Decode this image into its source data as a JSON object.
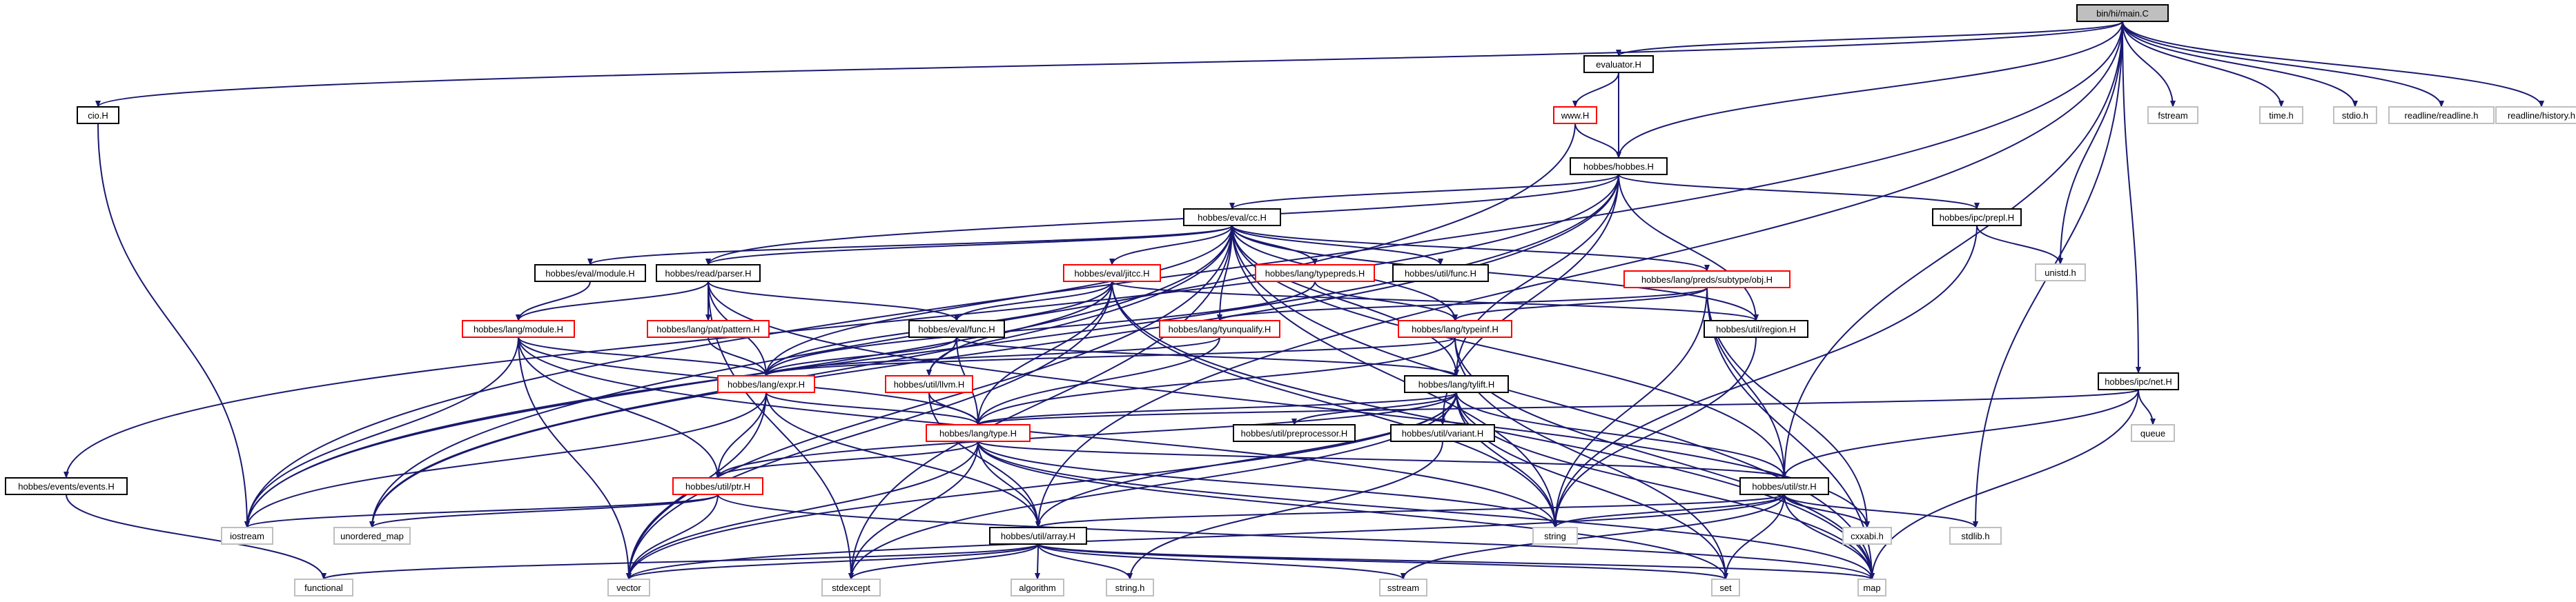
{
  "graph": {
    "nodes": [
      {
        "id": "main",
        "label": "bin/hi/main.C",
        "kind": "root"
      },
      {
        "id": "evaluator",
        "label": "evaluator.H",
        "kind": "ok"
      },
      {
        "id": "cio",
        "label": "cio.H",
        "kind": "ok"
      },
      {
        "id": "fstream",
        "label": "fstream",
        "kind": "sys"
      },
      {
        "id": "timeh",
        "label": "time.h",
        "kind": "sys"
      },
      {
        "id": "stdioh",
        "label": "stdio.h",
        "kind": "sys"
      },
      {
        "id": "readline",
        "label": "readline/readline.h",
        "kind": "sys"
      },
      {
        "id": "history",
        "label": "readline/history.h",
        "kind": "sys"
      },
      {
        "id": "www",
        "label": "www.H",
        "kind": "trunc"
      },
      {
        "id": "hobbes",
        "label": "hobbes/hobbes.H",
        "kind": "ok"
      },
      {
        "id": "cc",
        "label": "hobbes/eval/cc.H",
        "kind": "ok"
      },
      {
        "id": "prepl",
        "label": "hobbes/ipc/prepl.H",
        "kind": "ok"
      },
      {
        "id": "unistd",
        "label": "unistd.h",
        "kind": "sys"
      },
      {
        "id": "evalmodule",
        "label": "hobbes/eval/module.H",
        "kind": "ok"
      },
      {
        "id": "parser",
        "label": "hobbes/read/parser.H",
        "kind": "ok"
      },
      {
        "id": "jitcc",
        "label": "hobbes/eval/jitcc.H",
        "kind": "trunc"
      },
      {
        "id": "typepreds",
        "label": "hobbes/lang/typepreds.H",
        "kind": "trunc"
      },
      {
        "id": "func",
        "label": "hobbes/util/func.H",
        "kind": "ok"
      },
      {
        "id": "preds",
        "label": "hobbes/lang/preds/subtype/obj.H",
        "kind": "trunc"
      },
      {
        "id": "langmodule",
        "label": "hobbes/lang/module.H",
        "kind": "trunc"
      },
      {
        "id": "pattern",
        "label": "hobbes/lang/pat/pattern.H",
        "kind": "trunc"
      },
      {
        "id": "evalfunc",
        "label": "hobbes/eval/func.H",
        "kind": "ok"
      },
      {
        "id": "tyunq",
        "label": "hobbes/lang/tyunqualify.H",
        "kind": "trunc"
      },
      {
        "id": "typeinf",
        "label": "hobbes/lang/typeinf.H",
        "kind": "trunc"
      },
      {
        "id": "region",
        "label": "hobbes/util/region.H",
        "kind": "ok"
      },
      {
        "id": "expr",
        "label": "hobbes/lang/expr.H",
        "kind": "trunc"
      },
      {
        "id": "llvm",
        "label": "hobbes/util/llvm.H",
        "kind": "trunc"
      },
      {
        "id": "tylift",
        "label": "hobbes/lang/tylift.H",
        "kind": "ok"
      },
      {
        "id": "net",
        "label": "hobbes/ipc/net.H",
        "kind": "ok"
      },
      {
        "id": "queue",
        "label": "queue",
        "kind": "sys"
      },
      {
        "id": "langtype",
        "label": "hobbes/lang/type.H",
        "kind": "trunc"
      },
      {
        "id": "preproc",
        "label": "hobbes/util/preprocessor.H",
        "kind": "ok"
      },
      {
        "id": "variant",
        "label": "hobbes/util/variant.H",
        "kind": "ok"
      },
      {
        "id": "events",
        "label": "hobbes/events/events.H",
        "kind": "ok"
      },
      {
        "id": "ptr",
        "label": "hobbes/util/ptr.H",
        "kind": "trunc"
      },
      {
        "id": "str",
        "label": "hobbes/util/str.H",
        "kind": "ok"
      },
      {
        "id": "stdlib",
        "label": "stdlib.h",
        "kind": "sys"
      },
      {
        "id": "iostream",
        "label": "iostream",
        "kind": "sys"
      },
      {
        "id": "umap",
        "label": "unordered_map",
        "kind": "sys"
      },
      {
        "id": "array",
        "label": "hobbes/util/array.H",
        "kind": "ok"
      },
      {
        "id": "string",
        "label": "string",
        "kind": "sys"
      },
      {
        "id": "cxxabi",
        "label": "cxxabi.h",
        "kind": "sys"
      },
      {
        "id": "functional",
        "label": "functional",
        "kind": "sys"
      },
      {
        "id": "vector",
        "label": "vector",
        "kind": "sys"
      },
      {
        "id": "stdexcept",
        "label": "stdexcept",
        "kind": "sys"
      },
      {
        "id": "algorithm",
        "label": "algorithm",
        "kind": "sys"
      },
      {
        "id": "stringh",
        "label": "string.h",
        "kind": "sys"
      },
      {
        "id": "sstream",
        "label": "sstream",
        "kind": "sys"
      },
      {
        "id": "set",
        "label": "set",
        "kind": "sys"
      },
      {
        "id": "map",
        "label": "map",
        "kind": "sys"
      }
    ],
    "edges": [
      [
        "main",
        "evaluator"
      ],
      [
        "main",
        "cio"
      ],
      [
        "main",
        "fstream"
      ],
      [
        "main",
        "timeh"
      ],
      [
        "main",
        "stdioh"
      ],
      [
        "main",
        "readline"
      ],
      [
        "main",
        "history"
      ],
      [
        "main",
        "hobbes"
      ],
      [
        "main",
        "unistd"
      ],
      [
        "main",
        "net"
      ],
      [
        "main",
        "str"
      ],
      [
        "main",
        "stdlib"
      ],
      [
        "main",
        "iostream"
      ],
      [
        "main",
        "array"
      ],
      [
        "evaluator",
        "www"
      ],
      [
        "evaluator",
        "hobbes"
      ],
      [
        "www",
        "hobbes"
      ],
      [
        "www",
        "umap"
      ],
      [
        "cio",
        "iostream"
      ],
      [
        "hobbes",
        "cc"
      ],
      [
        "hobbes",
        "prepl"
      ],
      [
        "hobbes",
        "parser"
      ],
      [
        "hobbes",
        "events"
      ],
      [
        "hobbes",
        "tylift"
      ],
      [
        "hobbes",
        "variant"
      ],
      [
        "hobbes",
        "region"
      ],
      [
        "hobbes",
        "iostream"
      ],
      [
        "hobbes",
        "umap"
      ],
      [
        "cc",
        "evalmodule"
      ],
      [
        "cc",
        "parser"
      ],
      [
        "cc",
        "jitcc"
      ],
      [
        "cc",
        "typepreds"
      ],
      [
        "cc",
        "func"
      ],
      [
        "cc",
        "preds"
      ],
      [
        "cc",
        "tyunq"
      ],
      [
        "cc",
        "typeinf"
      ],
      [
        "cc",
        "expr"
      ],
      [
        "cc",
        "tylift"
      ],
      [
        "cc",
        "str"
      ],
      [
        "cc",
        "iostream"
      ],
      [
        "cc",
        "umap"
      ],
      [
        "cc",
        "vector"
      ],
      [
        "cc",
        "stdexcept"
      ],
      [
        "cc",
        "string"
      ],
      [
        "cc",
        "map"
      ],
      [
        "cc",
        "region"
      ],
      [
        "prepl",
        "unistd"
      ],
      [
        "prepl",
        "string"
      ],
      [
        "evalmodule",
        "langmodule"
      ],
      [
        "parser",
        "langmodule"
      ],
      [
        "parser",
        "pattern"
      ],
      [
        "parser",
        "expr"
      ],
      [
        "parser",
        "evalfunc"
      ],
      [
        "parser",
        "stdexcept"
      ],
      [
        "parser",
        "cxxabi"
      ],
      [
        "jitcc",
        "evalfunc"
      ],
      [
        "jitcc",
        "expr"
      ],
      [
        "jitcc",
        "llvm"
      ],
      [
        "jitcc",
        "langtype"
      ],
      [
        "jitcc",
        "region"
      ],
      [
        "jitcc",
        "vector"
      ],
      [
        "jitcc",
        "string"
      ],
      [
        "jitcc",
        "map"
      ],
      [
        "typepreds",
        "typeinf"
      ],
      [
        "typepreds",
        "expr"
      ],
      [
        "preds",
        "typeinf"
      ],
      [
        "preds",
        "tyunq"
      ],
      [
        "preds",
        "str"
      ],
      [
        "preds",
        "cxxabi"
      ],
      [
        "preds",
        "string"
      ],
      [
        "preds",
        "map"
      ],
      [
        "langmodule",
        "expr"
      ],
      [
        "langmodule",
        "langtype"
      ],
      [
        "langmodule",
        "ptr"
      ],
      [
        "langmodule",
        "vector"
      ],
      [
        "langmodule",
        "iostream"
      ],
      [
        "langmodule",
        "string"
      ],
      [
        "pattern",
        "expr"
      ],
      [
        "evalfunc",
        "expr"
      ],
      [
        "evalfunc",
        "llvm"
      ],
      [
        "evalfunc",
        "tylift"
      ],
      [
        "evalfunc",
        "langtype"
      ],
      [
        "tyunq",
        "expr"
      ],
      [
        "tyunq",
        "langtype"
      ],
      [
        "typeinf",
        "expr"
      ],
      [
        "typeinf",
        "langtype"
      ],
      [
        "typeinf",
        "set"
      ],
      [
        "typeinf",
        "map"
      ],
      [
        "region",
        "string"
      ],
      [
        "expr",
        "langtype"
      ],
      [
        "expr",
        "ptr"
      ],
      [
        "expr",
        "array"
      ],
      [
        "expr",
        "iostream"
      ],
      [
        "expr",
        "vector"
      ],
      [
        "llvm",
        "langtype"
      ],
      [
        "llvm",
        "array"
      ],
      [
        "tylift",
        "langtype"
      ],
      [
        "tylift",
        "preproc"
      ],
      [
        "tylift",
        "variant"
      ],
      [
        "tylift",
        "ptr"
      ],
      [
        "tylift",
        "array"
      ],
      [
        "tylift",
        "str"
      ],
      [
        "tylift",
        "vector"
      ],
      [
        "tylift",
        "string"
      ],
      [
        "tylift",
        "set"
      ],
      [
        "tylift",
        "map"
      ],
      [
        "tylift",
        "stdexcept"
      ],
      [
        "net",
        "langtype"
      ],
      [
        "net",
        "queue"
      ],
      [
        "net",
        "str"
      ],
      [
        "net",
        "map"
      ],
      [
        "langtype",
        "ptr"
      ],
      [
        "langtype",
        "array"
      ],
      [
        "langtype",
        "str"
      ],
      [
        "langtype",
        "vector"
      ],
      [
        "langtype",
        "stdexcept"
      ],
      [
        "langtype",
        "set"
      ],
      [
        "langtype",
        "map"
      ],
      [
        "langtype",
        "string"
      ],
      [
        "variant",
        "stringh"
      ],
      [
        "events",
        "functional"
      ],
      [
        "ptr",
        "iostream"
      ],
      [
        "ptr",
        "umap"
      ],
      [
        "ptr",
        "vector"
      ],
      [
        "ptr",
        "map"
      ],
      [
        "str",
        "stdlib"
      ],
      [
        "str",
        "string"
      ],
      [
        "str",
        "cxxabi"
      ],
      [
        "str",
        "vector"
      ],
      [
        "str",
        "sstream"
      ],
      [
        "str",
        "set"
      ],
      [
        "str",
        "map"
      ],
      [
        "str",
        "array"
      ],
      [
        "array",
        "functional"
      ],
      [
        "array",
        "vector"
      ],
      [
        "array",
        "stdexcept"
      ],
      [
        "array",
        "algorithm"
      ],
      [
        "array",
        "stringh"
      ],
      [
        "array",
        "sstream"
      ],
      [
        "array",
        "set"
      ],
      [
        "array",
        "map"
      ]
    ]
  }
}
